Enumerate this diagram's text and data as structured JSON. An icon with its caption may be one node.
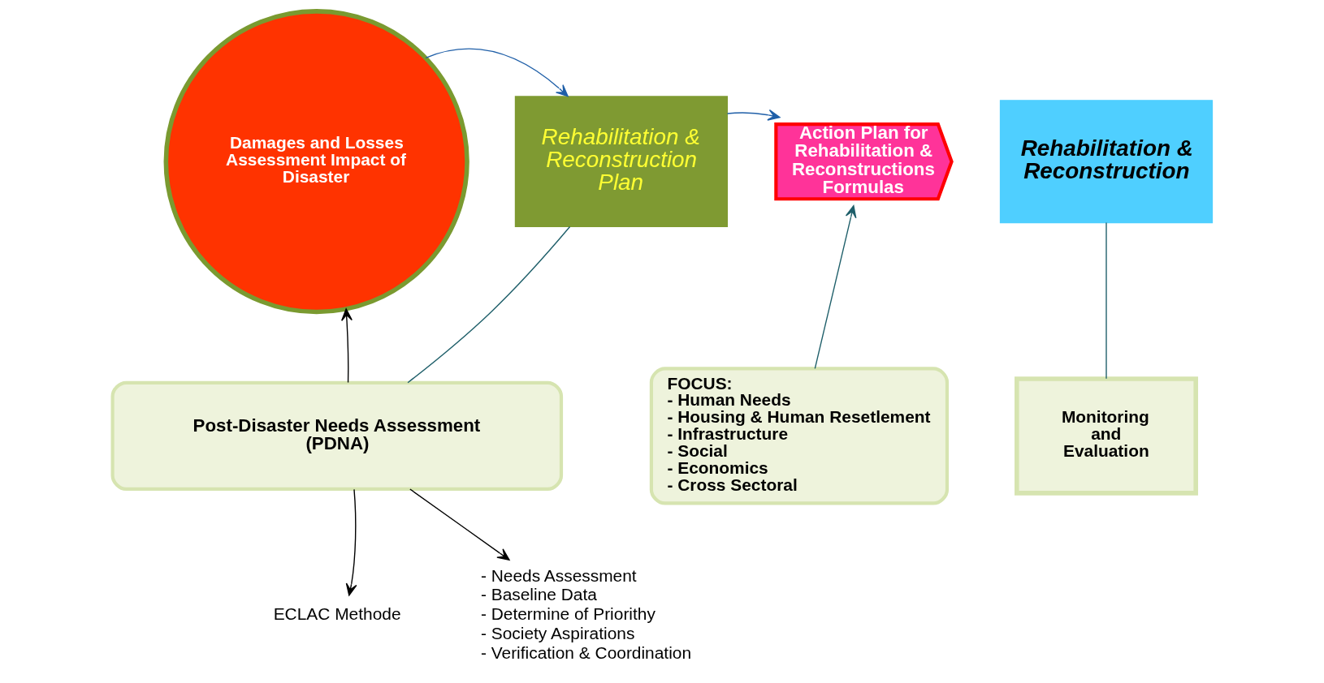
{
  "diagram": {
    "nodes": [
      {
        "text": [
          "Damages and Losses Assessment Impact of Disaster"
        ]
      },
      {
        "text": [
          "Rehabilitation & Reconstruction Plan"
        ]
      },
      {
        "text": [
          "Action Plan for Rehabilitation & Reconstructions Formulas"
        ]
      },
      {
        "text": [
          "Rehabilitation & Reconstruction"
        ]
      },
      {
        "text": [
          "Post-Disaster Needs Assessment (PDNA)"
        ]
      },
      {
        "text": [
          "FOCUS:",
          "- Human Needs",
          "- Housing & Human Resetlement",
          "- Infrastructure",
          "- Social",
          "- Economics",
          "- Cross Sectoral"
        ]
      },
      {
        "text": [
          "Monitoring and Evaluation"
        ]
      },
      {
        "text": [
          "ECLAC Methode"
        ]
      },
      {
        "text": [
          "- Needs Assessment",
          "- Baseline Data",
          "- Determine of Priorithy",
          "- Society Aspirations",
          "- Verification & Coordination"
        ]
      }
    ],
    "edges": [
      {
        "from": 0,
        "to": 1,
        "arrow": "to",
        "color": "#1f5fa8"
      },
      {
        "from": 1,
        "to": 2,
        "arrow": "to",
        "color": "#1f5fa8"
      },
      {
        "from": 4,
        "to": 0,
        "arrow": "to"
      },
      {
        "from": 1,
        "to": 4,
        "arrow": "none",
        "color": "#1f5f6a"
      },
      {
        "from": 5,
        "to": 2,
        "arrow": "to",
        "color": "#1f5f6a"
      },
      {
        "from": 3,
        "to": 6,
        "arrow": "none",
        "color": "#1f5f6a"
      },
      {
        "from": 4,
        "to": 7,
        "arrow": "to"
      },
      {
        "from": 4,
        "to": 8,
        "arrow": "to"
      }
    ]
  }
}
